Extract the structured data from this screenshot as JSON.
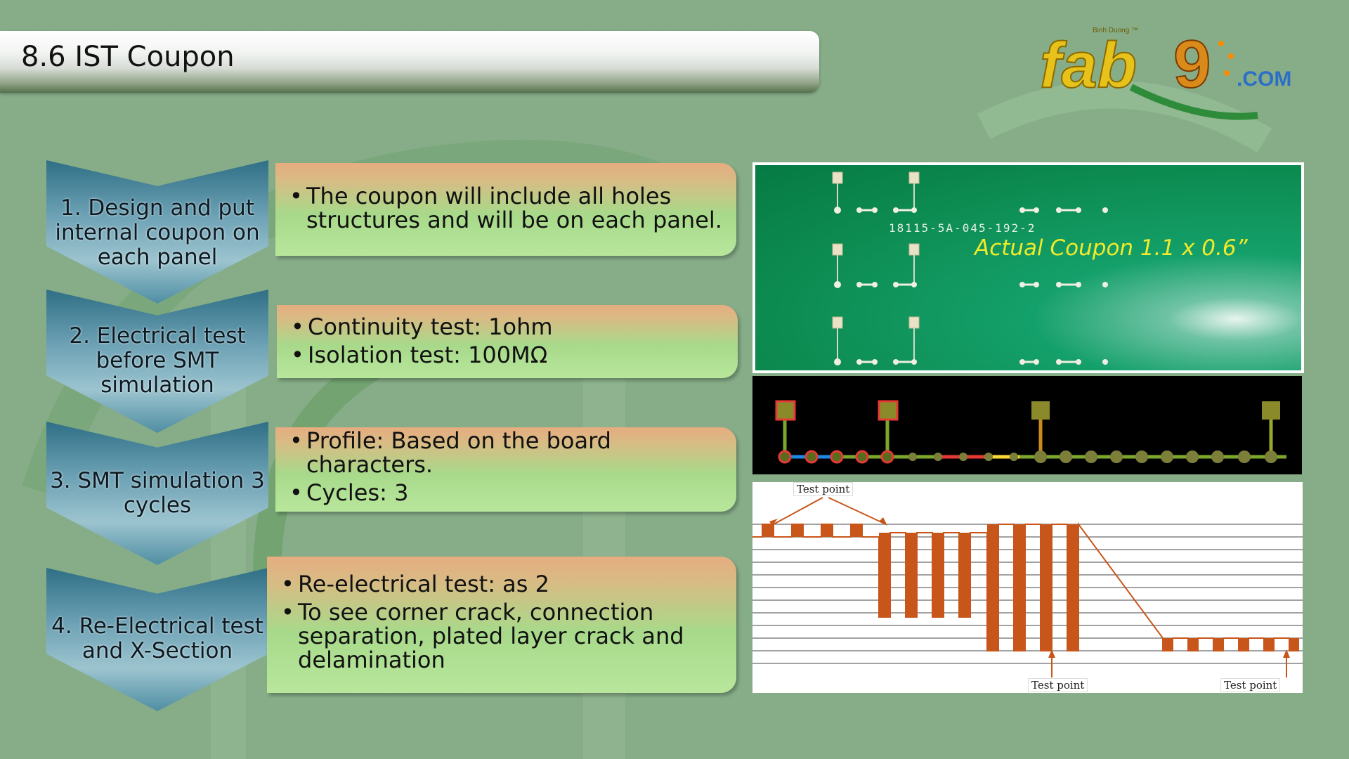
{
  "title": "8.6 IST Coupon",
  "logo": {
    "text": "fab9",
    "sub": "Binh Duong ™",
    "suffix": ".COM"
  },
  "steps": [
    {
      "label": "1. Design and put internal coupon on each panel",
      "bullets": [
        "The coupon will include all holes structures and will be on each panel."
      ]
    },
    {
      "label": "2. Electrical test before SMT simulation",
      "bullets": [
        "Continuity test: 1ohm",
        "Isolation test: 100MΩ"
      ]
    },
    {
      "label": "3. SMT simulation 3 cycles",
      "bullets": [
        "Profile: Based on the board characters.",
        "Cycles: 3"
      ]
    },
    {
      "label": "4. Re-Electrical test and X-Section",
      "bullets": [
        "Re-electrical test: as 2",
        "To see corner crack, connection separation, plated layer crack and delamination"
      ]
    }
  ],
  "photo": {
    "caption": "Actual Coupon 1.1 x 0.6”",
    "code": "18115-5A-045-192-2"
  },
  "graph": {
    "test_point_label": "Test point"
  },
  "colors": {
    "background": "#86ad88",
    "bar": "#c8561a",
    "caption": "#f2ea2a",
    "step_arrow": "#6fa3b6"
  }
}
